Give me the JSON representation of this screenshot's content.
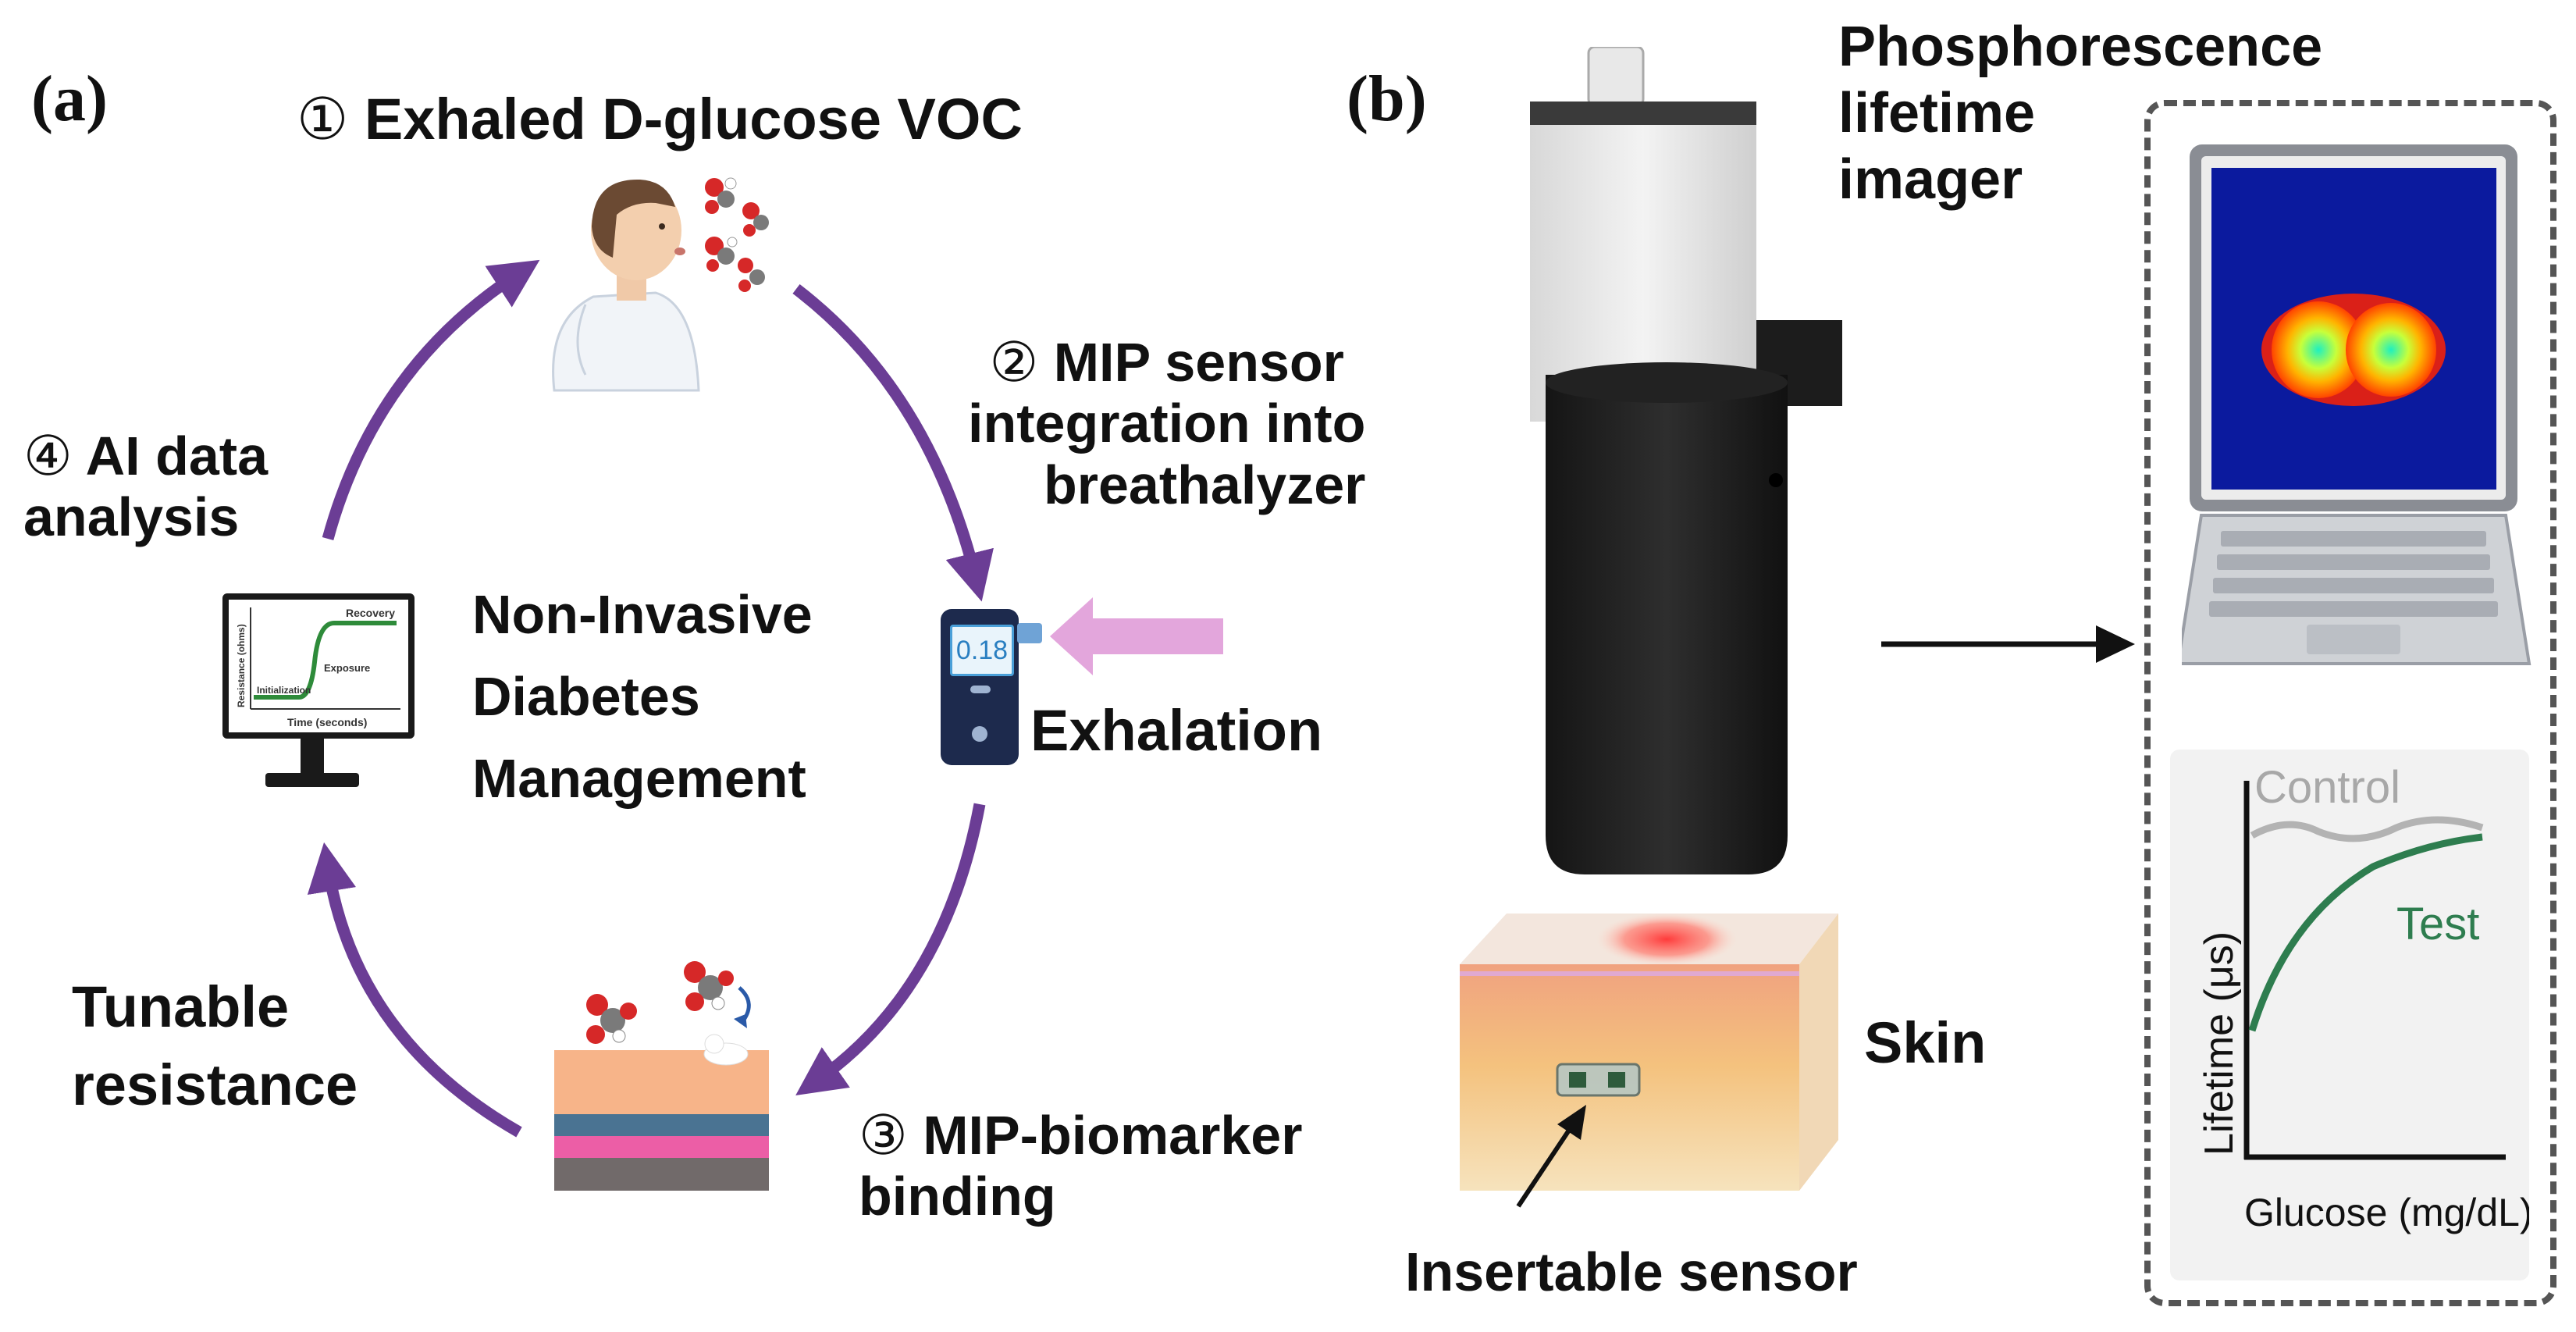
{
  "panel_a": {
    "letter": "(a)",
    "step1": {
      "num": "①",
      "text": "Exhaled D-glucose VOC"
    },
    "step2": {
      "num": "②",
      "line1": "MIP sensor",
      "line2": "integration into",
      "line3": "breathalyzer"
    },
    "step3": {
      "num": "③",
      "line1": "MIP-biomarker",
      "line2": "binding"
    },
    "step4": {
      "num": "④",
      "line1": "AI data",
      "line2": "analysis"
    },
    "center": {
      "line1": "Non-Invasive",
      "line2": "Diabetes",
      "line3": "Management"
    },
    "exhalation": "Exhalation",
    "tunable": {
      "line1": "Tunable",
      "line2": "resistance"
    },
    "device_reading": "0.18",
    "monitor_chart": {
      "ylabel": "Resistance (ohms)",
      "xlabel": "Time (seconds)",
      "labels": {
        "recovery": "Recovery",
        "exposure": "Exposure",
        "initialization": "Initialization"
      }
    },
    "colors": {
      "arrow": "#6b3d95",
      "exhale_arrow": "#e3a6dc",
      "device": "#1d2a4d",
      "screen": "#4a9fd8"
    }
  },
  "panel_b": {
    "letter": "(b)",
    "imager": {
      "line1": "Phosphorescence",
      "line2": "lifetime",
      "line3": "imager"
    },
    "skin": "Skin",
    "sensor": "Insertable sensor",
    "chart": {
      "control": "Control",
      "test": "Test",
      "ylabel": "Lifetime (μs)",
      "xlabel": "Glucose (mg/dL)"
    },
    "colors": {
      "control": "#b3b3b3",
      "test": "#2e7d4f",
      "screen_bg": "#0b1a9e"
    }
  }
}
